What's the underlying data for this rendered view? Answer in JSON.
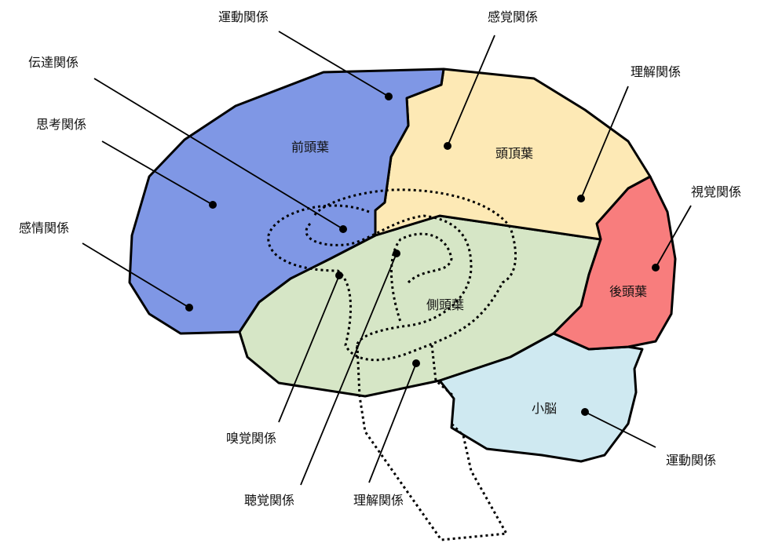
{
  "lobes": {
    "frontal": {
      "label": "前頭葉",
      "color": "#7f97e5"
    },
    "parietal": {
      "label": "頭頂葉",
      "color": "#fde9b5"
    },
    "temporal": {
      "label": "側頭葉",
      "color": "#d6e6c6"
    },
    "occipital": {
      "label": "後頭葉",
      "color": "#f87d7d"
    },
    "cerebellum": {
      "label": "小脳",
      "color": "#cfe9f1"
    }
  },
  "callouts": {
    "motor_top": "運動関係",
    "sensory": "感覚関係",
    "comprehension_top": "理解関係",
    "communication": "伝達関係",
    "thinking": "思考関係",
    "emotion": "感情関係",
    "vision": "視覚関係",
    "motor_cerebellum": "運動関係",
    "smell": "嗅覚関係",
    "hearing": "聴覚関係",
    "comprehension_bottom": "理解関係"
  }
}
